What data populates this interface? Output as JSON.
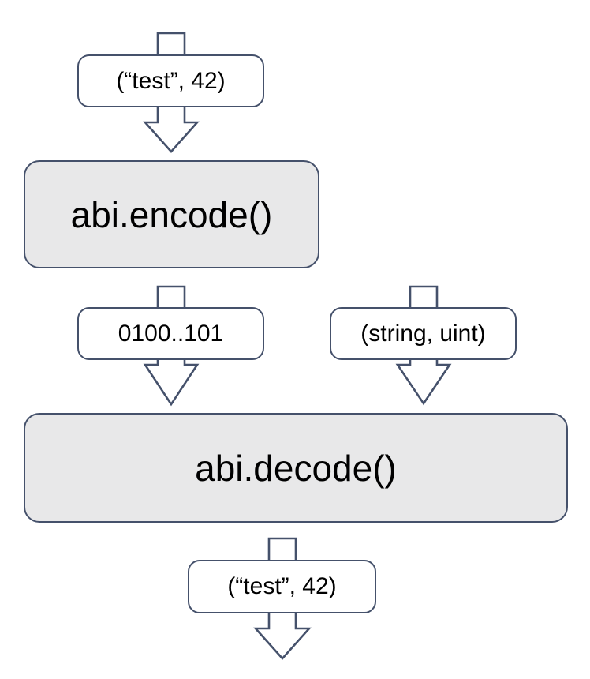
{
  "colors": {
    "stroke": "#45516b",
    "box_fill": "#e8e8e9",
    "pill_fill": "#ffffff",
    "text": "#000000",
    "background": "#ffffff"
  },
  "nodes": {
    "input_tuple": "(“test”, 42)",
    "encode_fn": "abi.encode()",
    "encoded_bytes": "0100..101",
    "types_tuple": "(string, uint)",
    "decode_fn": "abi.decode()",
    "output_tuple": "(“test”, 42)"
  }
}
